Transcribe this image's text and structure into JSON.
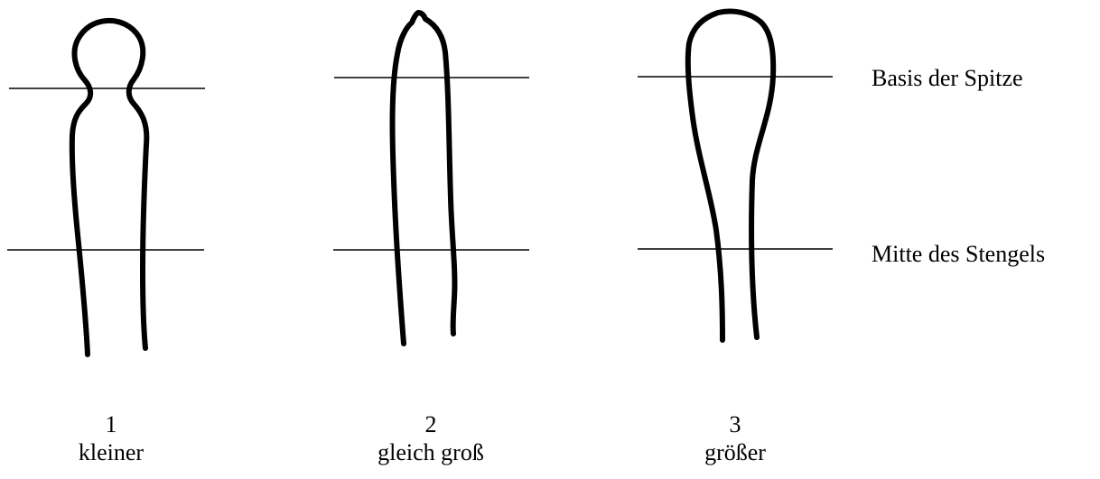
{
  "reference_lines": {
    "top_label": "Basis der Spitze",
    "bottom_label": "Mitte des Stengels"
  },
  "shapes": [
    {
      "number": "1",
      "label": "kleiner"
    },
    {
      "number": "2",
      "label": "gleich groß"
    },
    {
      "number": "3",
      "label": "größer"
    }
  ],
  "colors": {
    "stroke": "#000000",
    "background": "#ffffff"
  }
}
